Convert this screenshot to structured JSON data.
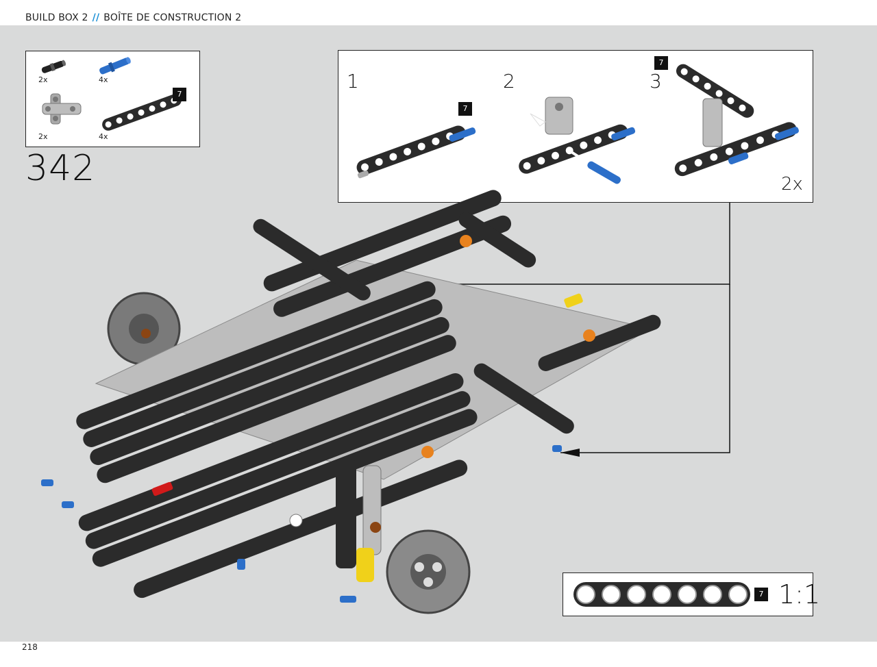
{
  "header": {
    "build_box": "BUILD BOX 2",
    "separator": "//",
    "build_box_fr": "BOÎTE DE CONSTRUCTION 2"
  },
  "parts_list": {
    "items": [
      {
        "name": "black-pin",
        "count": "2x"
      },
      {
        "name": "blue-axle-pin",
        "count": "4x"
      },
      {
        "name": "grey-connector",
        "count": "2x"
      },
      {
        "name": "beam-7",
        "count": "4x",
        "length": "7"
      }
    ]
  },
  "step": {
    "number": "342"
  },
  "substeps": {
    "items": [
      {
        "label": "1",
        "beam_length": "7"
      },
      {
        "label": "2"
      },
      {
        "label": "3",
        "beam_length": "7"
      }
    ],
    "multiplier": "2x"
  },
  "scale_box": {
    "length": "7",
    "scale": "1:1"
  },
  "footer": {
    "page_number": "218"
  },
  "colors": {
    "beam": "#2b2b2b",
    "connector": "#b8b8b8",
    "pin_blue": "#2c6fc9",
    "accent": "#1a8fd6",
    "canvas": "#d9dada"
  }
}
